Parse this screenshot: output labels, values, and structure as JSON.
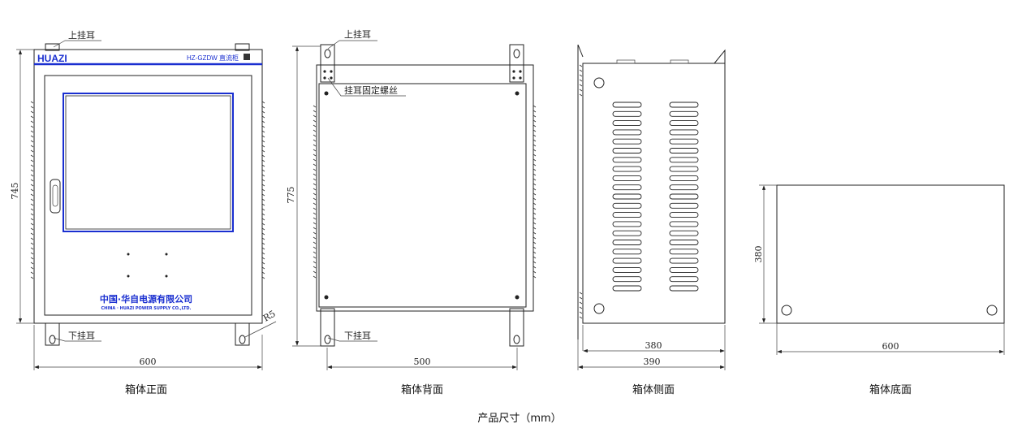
{
  "views": {
    "front": {
      "caption": "箱体正面",
      "brand": "HUAZI",
      "model": "HZ-GZDW 直流柜",
      "company_cn": "中国·华自电源有限公司",
      "company_en": "CHINA · HUAZI POWER SUPPLY CO.,LTD.",
      "top_ear_label": "上挂耳",
      "bottom_ear_label": "下挂耳",
      "radius_label": "R5",
      "height_dim": "745",
      "width_dim": "600"
    },
    "back": {
      "caption": "箱体背面",
      "top_ear_label": "上挂耳",
      "bottom_ear_label": "下挂耳",
      "screw_label": "挂耳固定螺丝",
      "height_dim": "775",
      "width_dim": "500"
    },
    "side": {
      "caption": "箱体侧面",
      "depth_dim": "380",
      "total_depth_dim": "390"
    },
    "bottom": {
      "caption": "箱体底面",
      "depth_dim": "380",
      "width_dim": "600"
    }
  },
  "footer": "产品尺寸（mm）",
  "colors": {
    "accent_blue": "#1a2fd0",
    "line": "#222222"
  }
}
